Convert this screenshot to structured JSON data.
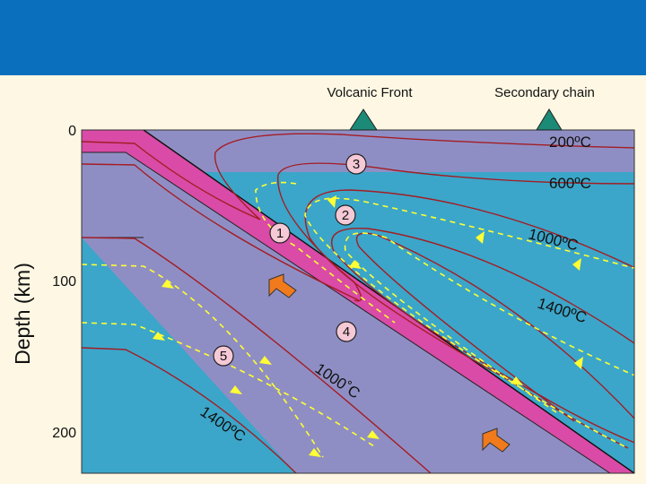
{
  "volcanoes": {
    "volcanic_front": "Volcanic Front",
    "secondary_chain": "Secondary chain"
  },
  "axis": {
    "label": "Depth (km)",
    "ticks": [
      "0",
      "100",
      "200"
    ]
  },
  "isotherms": {
    "t200": "200ºC",
    "t600": "600ºC",
    "t1000_wedge": "1000ºC",
    "t1400_wedge": "1400ºC",
    "t1000_slab": "1000˚C",
    "t1400_slab": "1400ºC"
  },
  "markers": [
    "1",
    "2",
    "3",
    "4",
    "5"
  ],
  "colors": {
    "header": "#0a6fbd",
    "lithosphere": "#8f8ec4",
    "asthenosphere": "#3ba6c9",
    "slab_top": "#d94ba6",
    "isotherm": "#a31d24",
    "flow": "#ffff33",
    "motion_arrow": "#f07a1c",
    "volcano": "#1b8a77"
  }
}
